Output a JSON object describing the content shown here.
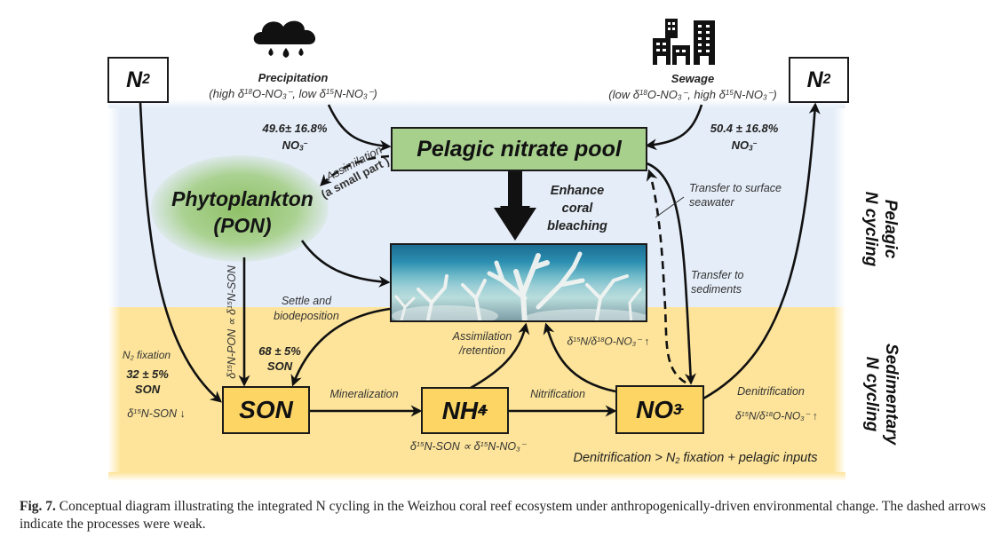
{
  "diagram": {
    "nodes": {
      "n2_left": {
        "label": "N",
        "sub": "2"
      },
      "n2_right": {
        "label": "N",
        "sub": "2"
      },
      "pelagic_pool": {
        "label": "Pelagic nitrate pool"
      },
      "phytoplankton": {
        "line1": "Phytoplankton",
        "line2": "(PON)"
      },
      "son": {
        "label": "SON"
      },
      "nh4": {
        "label": "NH",
        "sub": "4",
        "sup": "+"
      },
      "no3": {
        "label": "NO",
        "sub": "3",
        "sup": "−"
      }
    },
    "sources": {
      "precipitation": {
        "icon": "rain-cloud-icon",
        "title": "Precipitation",
        "detail_a": "(high δ",
        "detail_a_sup": "18",
        "detail_b": "O-NO",
        "detail_b_sub": "3",
        "detail_c": "⁻, low δ",
        "detail_c_sup": "15",
        "detail_d": "N-NO",
        "detail_d_sub": "3",
        "detail_e": "⁻)",
        "contribution": "49.6± 16.8%",
        "contribution_unit": "NO",
        "contribution_unit_sub": "3",
        "contribution_unit_sup": "−"
      },
      "sewage": {
        "icon": "city-buildings-icon",
        "title": "Sewage",
        "detail_a": "(low δ",
        "detail_a_sup": "18",
        "detail_b": "O-NO",
        "detail_b_sub": "3",
        "detail_c": "⁻, high δ",
        "detail_c_sup": "15",
        "detail_d": "N-NO",
        "detail_d_sub": "3",
        "detail_e": "⁻)",
        "contribution": "50.4 ± 16.8%",
        "contribution_unit": "NO",
        "contribution_unit_sub": "3",
        "contribution_unit_sup": "−"
      }
    },
    "labels": {
      "assimilation_small_1": "Assimilation",
      "assimilation_small_2": "(a small part )",
      "enhance_bleaching": [
        "Enhance",
        "coral",
        "bleaching"
      ],
      "transfer_surface": [
        "Transfer to surface",
        "seawater"
      ],
      "transfer_sediments": [
        "Transfer to",
        "sediments"
      ],
      "settle": [
        "Settle and",
        "biodeposition"
      ],
      "settle_contribution": [
        "68 ± 5%",
        "SON"
      ],
      "pon_son_relation": {
        "a": "δ",
        "a_sup": "15",
        "b": "N-PON ∝ δ",
        "b_sup": "15",
        "c": "N-SON"
      },
      "n2_fixation": {
        "a": "N",
        "a_sub": "2",
        "b": " fixation"
      },
      "fixation_contribution": [
        "32 ± 5%",
        "SON"
      ],
      "son_isotope": {
        "a": "δ",
        "a_sup": "15",
        "b": "N-SON ↓"
      },
      "mineralization": "Mineralization",
      "nitrification": "Nitrification",
      "assimilation_retention": [
        "Assimilation",
        "/retention"
      ],
      "nh4_relation": {
        "a": "δ",
        "a_sup": "15",
        "b": "N-SON ∝ δ",
        "b_sup": "15",
        "c": "N-NO",
        "c_sub": "3",
        "d": "⁻"
      },
      "no3_isotope_up": {
        "a": "δ",
        "a_sup": "15",
        "b": "N/δ",
        "b_sup": "18",
        "c": "O-NO",
        "c_sub": "3",
        "d": "⁻ ↑"
      },
      "denitrification": "Denitrification",
      "denit_isotope": {
        "a": "δ",
        "a_sup": "15",
        "b": "N/δ",
        "b_sup": "18",
        "c": "O-NO",
        "c_sub": "3",
        "d": "⁻ ↑"
      },
      "balance": {
        "a": "Denitrification > N",
        "a_sub": "2",
        "b": " fixation + pelagic inputs"
      }
    },
    "zones": {
      "pelagic": [
        "Pelagic",
        "N cycling"
      ],
      "sedimentary": [
        "Sedimentary",
        "N cycling"
      ]
    },
    "image": {
      "name": "bleached-coral-photo"
    },
    "colors": {
      "pelagic_zone": "#e5edf8",
      "sediment_zone": "#fde49a",
      "pelagic_box": "#a8d08d",
      "sediment_box": "#fdd565",
      "phytoplankton": "#8abe5f"
    }
  },
  "caption": {
    "fig_label": "Fig. 7.",
    "text": " Conceptual diagram illustrating the integrated N cycling in the Weizhou coral reef ecosystem under anthropogenically-driven environmental change. The dashed arrows indicate the processes were weak."
  }
}
